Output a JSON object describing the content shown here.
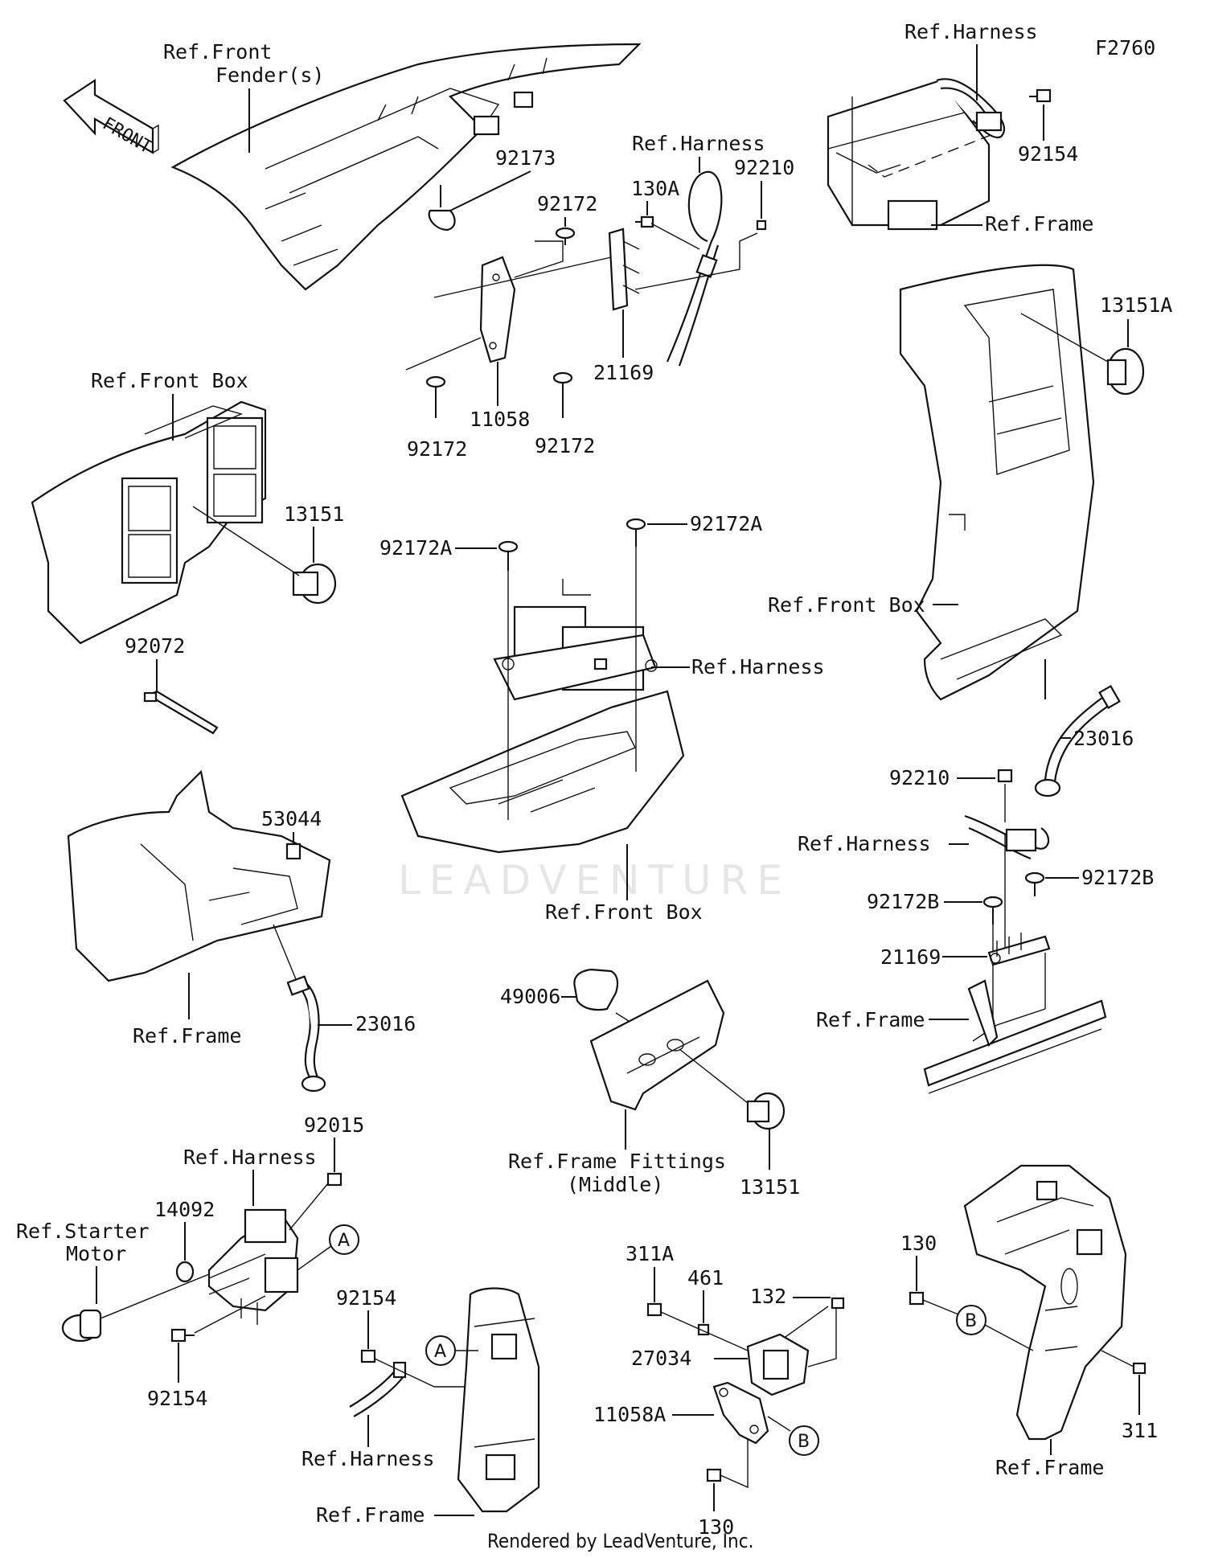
{
  "diagram_id": "F2760",
  "watermark": "LEADVENTURE",
  "footer": "Rendered by LeadVenture, Inc.",
  "front_arrow": "FRONT",
  "labels": {
    "ref_front_fender_1": "Ref.Front",
    "ref_front_fender_2": "Fender(s)",
    "ref_harness_a": "Ref.Harness",
    "ref_harness_b": "Ref.Harness",
    "ref_harness_c": "Ref.Harness",
    "ref_harness_d": "Ref.Harness",
    "ref_harness_e": "Ref.Harness",
    "ref_harness_f": "Ref.Harness",
    "ref_frame_a": "Ref.Frame",
    "ref_frame_b": "Ref.Frame",
    "ref_frame_c": "Ref.Frame",
    "ref_frame_d": "Ref.Frame",
    "ref_frame_e": "Ref.Frame",
    "ref_front_box_a": "Ref.Front Box",
    "ref_front_box_b": "Ref.Front Box",
    "ref_front_box_c": "Ref.Front Box",
    "ref_frame_fittings_1": "Ref.Frame Fittings",
    "ref_frame_fittings_2": "(Middle)",
    "ref_starter_motor_1": "Ref.Starter",
    "ref_starter_motor_2": "Motor",
    "p92173": "92173",
    "p92172_a": "92172",
    "p92172_b": "92172",
    "p92172_c": "92172",
    "p130A": "130A",
    "p92210_a": "92210",
    "p92210_b": "92210",
    "p92154_a": "92154",
    "p92154_b": "92154",
    "p92154_c": "92154",
    "p21169_a": "21169",
    "p21169_b": "21169",
    "p11058": "11058",
    "p13151A": "13151A",
    "p13151_a": "13151",
    "p13151_b": "13151",
    "p92172A_a": "92172A",
    "p92172A_b": "92172A",
    "p92072": "92072",
    "p23016_a": "23016",
    "p23016_b": "23016",
    "p53044": "53044",
    "p92172B_a": "92172B",
    "p92172B_b": "92172B",
    "p49006": "49006",
    "p92015": "92015",
    "p14092": "14092",
    "p311A": "311A",
    "p461": "461",
    "p132": "132",
    "p27034": "27034",
    "p11058A": "11058A",
    "p130_a": "130",
    "p130_b": "130",
    "p311": "311"
  },
  "callouts": {
    "a_1": "A",
    "a_2": "A",
    "b_1": "B",
    "b_2": "B"
  }
}
